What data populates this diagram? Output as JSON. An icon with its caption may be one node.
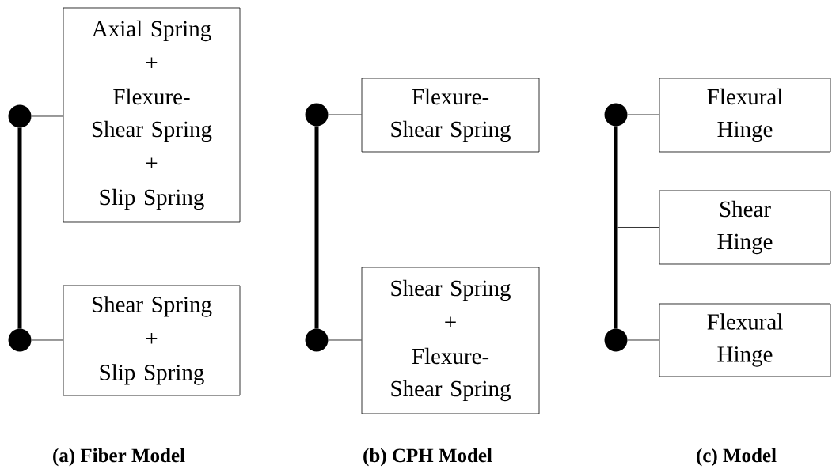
{
  "diagram": {
    "nodes": [
      {
        "text": [],
        "shape": "circle"
      },
      {
        "text": [],
        "shape": "bar"
      },
      {
        "text": [],
        "shape": "circle"
      },
      {
        "text": [
          "Axial Spring",
          "+",
          "Flexure- Shear Spring",
          "+",
          "Slip Spring"
        ]
      },
      {
        "text": [
          "Shear Spring",
          "+",
          "Slip Spring"
        ]
      },
      {
        "text": [],
        "shape": "circle"
      },
      {
        "text": [],
        "shape": "bar"
      },
      {
        "text": [],
        "shape": "circle"
      },
      {
        "text": [
          "Flexure- Shear Spring"
        ]
      },
      {
        "text": [
          "Shear Spring",
          "+",
          "Flexure- Shear Spring"
        ]
      },
      {
        "text": [],
        "shape": "circle"
      },
      {
        "text": [],
        "shape": "bar"
      },
      {
        "text": [],
        "shape": "circle"
      },
      {
        "text": [
          "Flexural Hinge"
        ]
      },
      {
        "text": [
          "Shear Hinge"
        ]
      },
      {
        "text": [
          "Flexural Hinge"
        ]
      }
    ],
    "edges": [
      {
        "from": 0,
        "to": 3,
        "arrow": "none"
      },
      {
        "from": 2,
        "to": 4,
        "arrow": "none"
      },
      {
        "from": 5,
        "to": 8,
        "arrow": "none"
      },
      {
        "from": 7,
        "to": 9,
        "arrow": "none"
      },
      {
        "from": 10,
        "to": 13,
        "arrow": "none"
      },
      {
        "from": 11,
        "to": 14,
        "arrow": "none"
      },
      {
        "from": 12,
        "to": 15,
        "arrow": "none"
      }
    ],
    "labels": [
      "(a) Fiber Model",
      "(b) CPH Model",
      "(c) Model"
    ]
  }
}
